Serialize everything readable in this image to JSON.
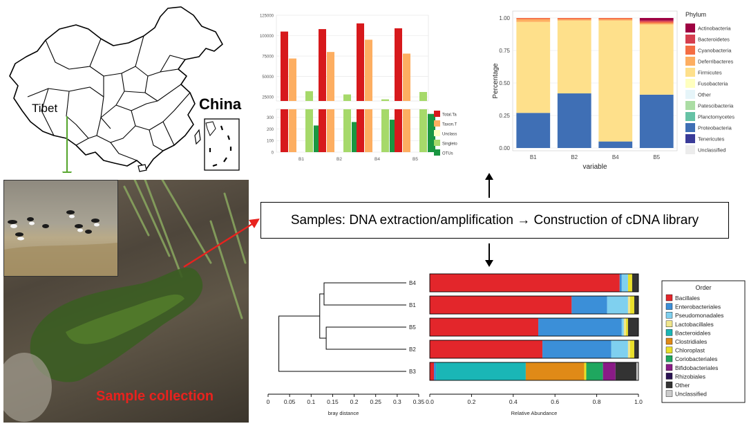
{
  "map": {
    "tibet_label": "Tibet",
    "china_label": "China"
  },
  "photo": {
    "caption": "Sample collection"
  },
  "process": {
    "text": "Samples: DNA extraction/amplification → Construction of cDNA library"
  },
  "colors": {
    "arrow_green": "#5aa832",
    "arrow_red": "#e8221e",
    "caption_red": "#e8221e"
  },
  "chart_data": [
    {
      "type": "bar",
      "categories": [
        "B1",
        "B2",
        "B4",
        "B5"
      ],
      "legend": [
        "Total.Ta",
        "Taxon.T",
        "Unclass",
        "Singleto",
        "OTUs"
      ],
      "series_colors": [
        "#d7191c",
        "#fdae61",
        "#ffffbf",
        "#a6d96a",
        "#1a9641"
      ],
      "values": [
        [
          105000,
          72000,
          0,
          32000,
          230
        ],
        [
          108000,
          80000,
          0,
          28000,
          260
        ],
        [
          115000,
          95000,
          0,
          22000,
          280
        ],
        [
          109000,
          78000,
          0,
          31000,
          330
        ]
      ],
      "upper_ticks": [
        "125000",
        "100000",
        "75000",
        "50000",
        "25000"
      ],
      "lower_ticks": [
        "300",
        "200",
        "100",
        "0"
      ],
      "ylim_upper": [
        20000,
        125000
      ],
      "ylim_lower": [
        0,
        370
      ]
    },
    {
      "type": "bar",
      "stacked": true,
      "categories": [
        "B1",
        "B2",
        "B4",
        "B5"
      ],
      "xlabel": "variable",
      "ylabel": "Percentage",
      "y_ticks": [
        "0.00",
        "0.25",
        "0.50",
        "0.75",
        "1.00"
      ],
      "legend_title": "Phylum",
      "legend": [
        "Actinobacteria",
        "Bacteroidetes",
        "Cyanobacteria",
        "Deferribacteres",
        "Firmicutes",
        "Fusobacteria",
        "Other",
        "Patescibacteria",
        "Planctomycetes",
        "Proteobacteria",
        "Tenericutes",
        "Unclassified"
      ],
      "colors": [
        "#9e0142",
        "#d53e4f",
        "#f46d43",
        "#fdae61",
        "#fee08b",
        "#ffffbf",
        "#e6f5f9",
        "#abdda4",
        "#66c2a5",
        "#3f6fb5",
        "#3a3b98",
        "#ececec"
      ],
      "series": [
        {
          "category": "B1",
          "segments": [
            {
              "phylum": "Proteobacteria",
              "value": 0.27
            },
            {
              "phylum": "Firmicutes",
              "value": 0.7
            },
            {
              "phylum": "Deferribacteres",
              "value": 0.02
            },
            {
              "phylum": "Cyanobacteria",
              "value": 0.01
            }
          ]
        },
        {
          "category": "B2",
          "segments": [
            {
              "phylum": "Proteobacteria",
              "value": 0.42
            },
            {
              "phylum": "Firmicutes",
              "value": 0.56
            },
            {
              "phylum": "Deferribacteres",
              "value": 0.01
            },
            {
              "phylum": "Cyanobacteria",
              "value": 0.01
            }
          ]
        },
        {
          "category": "B4",
          "segments": [
            {
              "phylum": "Proteobacteria",
              "value": 0.05
            },
            {
              "phylum": "Firmicutes",
              "value": 0.93
            },
            {
              "phylum": "Deferribacteres",
              "value": 0.01
            },
            {
              "phylum": "Cyanobacteria",
              "value": 0.01
            }
          ]
        },
        {
          "category": "B5",
          "segments": [
            {
              "phylum": "Proteobacteria",
              "value": 0.41
            },
            {
              "phylum": "Firmicutes",
              "value": 0.54
            },
            {
              "phylum": "Deferribacteres",
              "value": 0.01
            },
            {
              "phylum": "Cyanobacteria",
              "value": 0.01
            },
            {
              "phylum": "Bacteroidetes",
              "value": 0.01
            },
            {
              "phylum": "Actinobacteria",
              "value": 0.02
            }
          ]
        }
      ]
    },
    {
      "type": "dendrogram",
      "leaves": [
        "B4",
        "B1",
        "B5",
        "B2",
        "B3"
      ],
      "xlabel": "bray distance",
      "x_ticks": [
        "0",
        "0.05",
        "0.1",
        "0.15",
        "0.2",
        "0.25",
        "0.3",
        "0.35"
      ],
      "merges": [
        {
          "a": "B4",
          "b": "B1",
          "height": 0.13
        },
        {
          "a": "B5",
          "b": "B2",
          "height": 0.135
        },
        {
          "a": "B4B1",
          "b": "B5B2",
          "height": 0.12
        },
        {
          "a": "all",
          "b": "B3",
          "height": 0.025
        }
      ]
    },
    {
      "type": "bar",
      "stacked": true,
      "horizontal": true,
      "categories": [
        "B4",
        "B1",
        "B5",
        "B2",
        "B3"
      ],
      "xlabel": "Relative Abundance",
      "x_ticks": [
        "0.0",
        "0.2",
        "0.4",
        "0.6",
        "0.8",
        "1.0"
      ],
      "legend_title": "Order",
      "legend": [
        "Bacillales",
        "Enterobacteriales",
        "Pseudomonadales",
        "Lactobacillales",
        "Bacteroidales",
        "Clostridiales",
        "Chloroplast",
        "Coriobacteriales",
        "Bifidobacteriales",
        "Rhizobiales",
        "Other",
        "Unclassified"
      ],
      "colors": [
        "#e3262b",
        "#3b8fd8",
        "#7fd0ef",
        "#f0e68c",
        "#1ab6b6",
        "#e08a17",
        "#e9df2a",
        "#1fa75f",
        "#8a1b87",
        "#2a1353",
        "#333333",
        "#cccccc"
      ],
      "series": [
        {
          "category": "B4",
          "segments": [
            0.91,
            0.01,
            0.03,
            0.0,
            0.0,
            0.0,
            0.02,
            0.0,
            0.0,
            0.0,
            0.03,
            0.0
          ]
        },
        {
          "category": "B1",
          "segments": [
            0.68,
            0.17,
            0.1,
            0.01,
            0.0,
            0.0,
            0.02,
            0.0,
            0.0,
            0.0,
            0.02,
            0.0
          ]
        },
        {
          "category": "B5",
          "segments": [
            0.52,
            0.4,
            0.01,
            0.01,
            0.0,
            0.0,
            0.01,
            0.0,
            0.0,
            0.0,
            0.05,
            0.0
          ]
        },
        {
          "category": "B2",
          "segments": [
            0.54,
            0.33,
            0.08,
            0.01,
            0.0,
            0.0,
            0.02,
            0.0,
            0.0,
            0.0,
            0.02,
            0.0
          ]
        },
        {
          "category": "B3",
          "segments": [
            0.02,
            0.01,
            0.0,
            0.0,
            0.43,
            0.28,
            0.01,
            0.08,
            0.06,
            0.0,
            0.1,
            0.01
          ]
        }
      ]
    }
  ]
}
